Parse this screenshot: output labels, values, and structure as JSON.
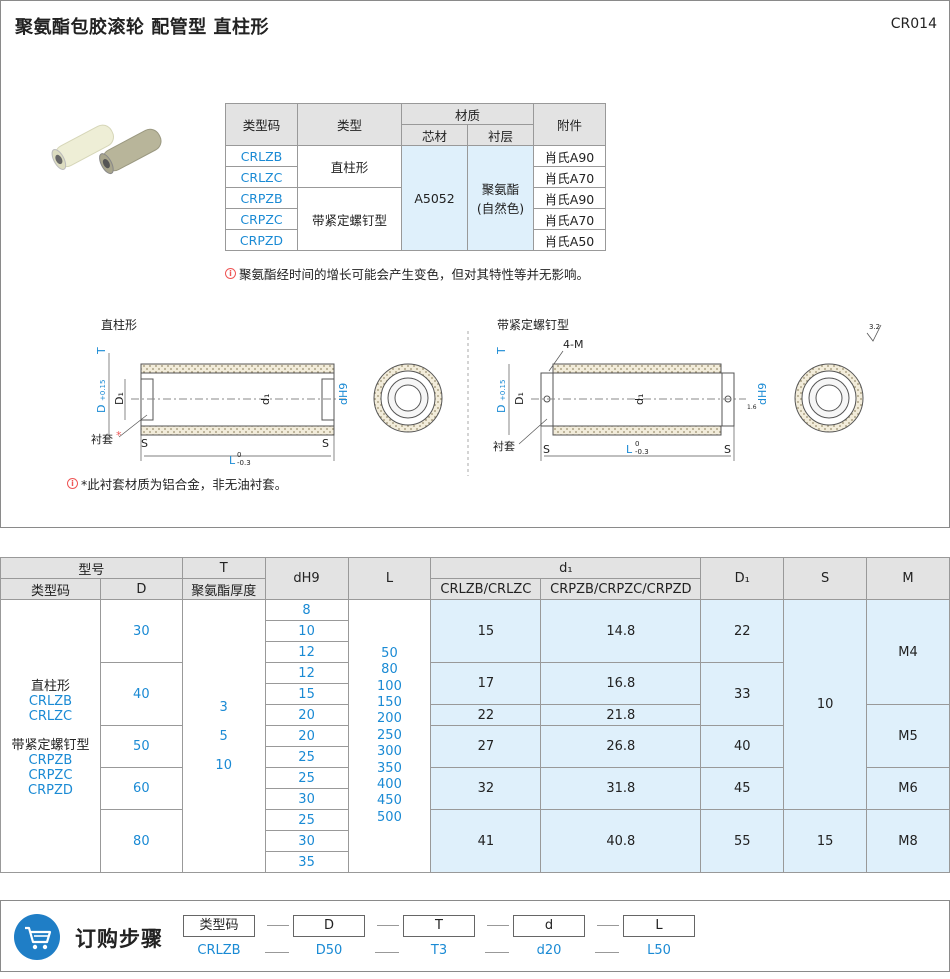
{
  "header": {
    "title": "聚氨酯包胶滚轮  配管型  直柱形",
    "code": "CR014"
  },
  "material_table": {
    "headers": {
      "type_code": "类型码",
      "type": "类型",
      "material": "材质",
      "core": "芯材",
      "lining": "衬层",
      "attachment": "附件"
    },
    "rows": [
      {
        "code": "CRLZB",
        "hardness": "肖氏A90"
      },
      {
        "code": "CRLZC",
        "hardness": "肖氏A70"
      },
      {
        "code": "CRPZB",
        "hardness": "肖氏A90"
      },
      {
        "code": "CRPZC",
        "hardness": "肖氏A70"
      },
      {
        "code": "CRPZD",
        "hardness": "肖氏A50"
      }
    ],
    "type_straight": "直柱形",
    "type_screw": "带紧定螺钉型",
    "core_value": "A5052",
    "lining_value": "聚氨酯\n(自然色)"
  },
  "notes": {
    "note1": "聚氨酯经时间的增长可能会产生变色，但对其特性等并无影响。",
    "note2": "*此衬套材质为铝合金，非无油衬套。",
    "info_icon": "i"
  },
  "drawings": {
    "left_title": "直柱形",
    "right_title": "带紧定螺钉型",
    "label_T": "T",
    "label_D": "D",
    "label_D_tol": "+0.15",
    "label_D_tol2": "0",
    "label_D1": "D₁",
    "label_d1": "d₁",
    "label_dH9": "dH9",
    "label_S": "S",
    "label_L": "L",
    "label_L_tol_top": "0",
    "label_L_tol_bot": "-0.3",
    "label_bush": "衬套",
    "label_4M": "4-M",
    "label_roughness": "3.2",
    "label_roughness_small": "1.6"
  },
  "spec_table": {
    "headers": {
      "model": "型号",
      "type_code": "类型码",
      "D": "D",
      "T": "T",
      "T_sub": "聚氨酯厚度",
      "dH9": "dH9",
      "L": "L",
      "d1": "d₁",
      "d1_a": "CRLZB/CRLZC",
      "d1_b": "CRPZB/CRPZC/CRPZD",
      "D1": "D₁",
      "S": "S",
      "M": "M"
    },
    "type_col": [
      "直柱形",
      "CRLZB",
      "CRLZC",
      "带紧定螺钉型",
      "CRPZB",
      "CRPZC",
      "CRPZD"
    ],
    "T_values": [
      "3",
      "5",
      "10"
    ],
    "L_values": [
      "50",
      "80",
      "100",
      "150",
      "200",
      "250",
      "300",
      "350",
      "400",
      "450",
      "500"
    ],
    "groups": [
      {
        "D": "30",
        "dH9": [
          "8",
          "10",
          "12"
        ]
      },
      {
        "D": "40",
        "dH9": [
          "12",
          "15",
          "20"
        ]
      },
      {
        "D": "50",
        "dH9": [
          "20",
          "25"
        ]
      },
      {
        "D": "60",
        "dH9": [
          "25",
          "30"
        ]
      },
      {
        "D": "80",
        "dH9": [
          "25",
          "30",
          "35"
        ]
      }
    ],
    "d1_rows": [
      {
        "a": "15",
        "b": "14.8"
      },
      {
        "a": "17",
        "b": "16.8"
      },
      {
        "a": "22",
        "b": "21.8"
      },
      {
        "a": "27",
        "b": "26.8"
      },
      {
        "a": "32",
        "b": "31.8"
      },
      {
        "a": "41",
        "b": "40.8"
      }
    ],
    "D1_values": [
      "22",
      "33",
      "40",
      "45",
      "55"
    ],
    "S_values": [
      "10",
      "15"
    ],
    "M_values": [
      "M4",
      "M5",
      "M6",
      "M8"
    ]
  },
  "order": {
    "title": "订购步骤",
    "fields": [
      "类型码",
      "D",
      "T",
      "d",
      "L"
    ],
    "values": [
      "CRLZB",
      "D50",
      "T3",
      "d20",
      "L50"
    ]
  },
  "colors": {
    "accent": "#1a8ad4",
    "light_blue": "#dff0fb",
    "header_gray": "#e3e3e3",
    "cart_blue": "#1f7ec6"
  }
}
